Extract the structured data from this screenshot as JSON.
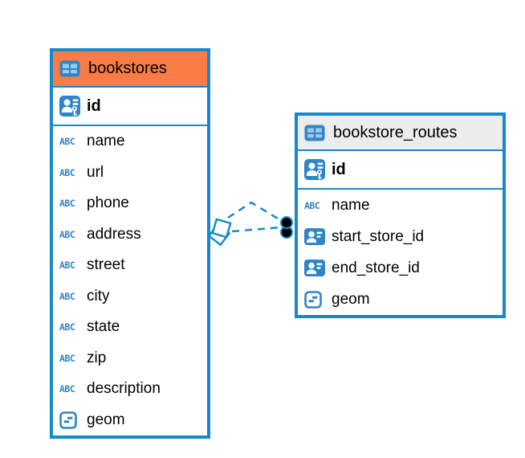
{
  "diagram": {
    "background": "#ffffff",
    "colors": {
      "table_border": "#1789ca",
      "bookstores_header_bg": "#f87c44",
      "routes_header_bg": "#ececec",
      "icon_blue": "#2e86c8",
      "connector_line": "#1789ca",
      "endpoint_dot": "#000000",
      "text": "#000000"
    },
    "icons": {
      "text_type_glyph": "ABC"
    },
    "tables": [
      {
        "title": "bookstores",
        "header_style": "orange",
        "primary_key": {
          "name": "id",
          "type": "primary-key"
        },
        "columns": [
          {
            "name": "name",
            "type": "text"
          },
          {
            "name": "url",
            "type": "text"
          },
          {
            "name": "phone",
            "type": "text"
          },
          {
            "name": "address",
            "type": "text"
          },
          {
            "name": "street",
            "type": "text"
          },
          {
            "name": "city",
            "type": "text"
          },
          {
            "name": "state",
            "type": "text"
          },
          {
            "name": "zip",
            "type": "text"
          },
          {
            "name": "description",
            "type": "text"
          },
          {
            "name": "geom",
            "type": "geometry"
          }
        ]
      },
      {
        "title": "bookstore_routes",
        "header_style": "gray",
        "primary_key": {
          "name": "id",
          "type": "primary-key"
        },
        "columns": [
          {
            "name": "name",
            "type": "text"
          },
          {
            "name": "start_store_id",
            "type": "reference"
          },
          {
            "name": "end_store_id",
            "type": "reference"
          },
          {
            "name": "geom",
            "type": "geometry"
          }
        ]
      }
    ],
    "relationships": [
      {
        "from": "bookstores",
        "to": "bookstore_routes",
        "line_style": "dashed"
      },
      {
        "from": "bookstores",
        "to": "bookstore_routes",
        "line_style": "dashed"
      }
    ]
  }
}
